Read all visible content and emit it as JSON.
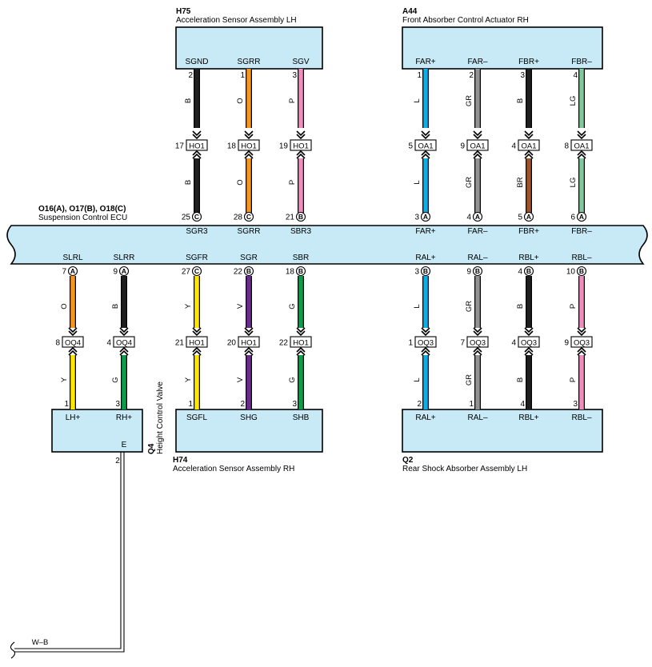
{
  "colors": {
    "B": "#1f1f1f",
    "O": "#f7941d",
    "P": "#f08cc0",
    "L": "#0aaee8",
    "GR": "#939393",
    "LG": "#7fc99a",
    "BR": "#a0522d",
    "Y": "#ffe600",
    "G": "#0a9d4a",
    "V": "#6a2c8e",
    "component_fill": "#c8e9f6"
  },
  "components": {
    "h75": {
      "code": "H75",
      "name": "Acceleration Sensor Assembly LH"
    },
    "a44": {
      "code": "A44",
      "name": "Front Absorber Control Actuator RH"
    },
    "ecu": {
      "code": "O16(A), O17(B), O18(C)",
      "name": "Suspension Control ECU"
    },
    "q4": {
      "code": "Q4",
      "name": "Height Control Valve",
      "ground_pin_label": "E",
      "ground_pin": "2"
    },
    "h74": {
      "code": "H74",
      "name": "Acceleration Sensor Assembly RH"
    },
    "q2": {
      "code": "Q2",
      "name": "Rear Shock Absorber Assembly LH"
    }
  },
  "ground_wire": {
    "color_label": "W–B"
  },
  "top_wires": [
    {
      "src_sig": "SGND",
      "src_pin": "2",
      "color_upper": "B",
      "conn": "HO1",
      "conn_pin": "17",
      "color_lower": "B",
      "ecu_pin": "25",
      "ecu_letter": "C",
      "ecu_sig": "SGR3"
    },
    {
      "src_sig": "SGRR",
      "src_pin": "1",
      "color_upper": "O",
      "conn": "HO1",
      "conn_pin": "18",
      "color_lower": "O",
      "ecu_pin": "28",
      "ecu_letter": "C",
      "ecu_sig": "SGRR"
    },
    {
      "src_sig": "SGV",
      "src_pin": "3",
      "color_upper": "P",
      "conn": "HO1",
      "conn_pin": "19",
      "color_lower": "P",
      "ecu_pin": "21",
      "ecu_letter": "B",
      "ecu_sig": "SBR3"
    },
    {
      "src_sig": "FAR+",
      "src_pin": "1",
      "color_upper": "L",
      "conn": "OA1",
      "conn_pin": "5",
      "color_lower": "L",
      "ecu_pin": "3",
      "ecu_letter": "A",
      "ecu_sig": "FAR+"
    },
    {
      "src_sig": "FAR–",
      "src_pin": "2",
      "color_upper": "GR",
      "conn": "OA1",
      "conn_pin": "9",
      "color_lower": "GR",
      "ecu_pin": "4",
      "ecu_letter": "A",
      "ecu_sig": "FAR–"
    },
    {
      "src_sig": "FBR+",
      "src_pin": "3",
      "color_upper": "B",
      "conn": "OA1",
      "conn_pin": "4",
      "color_lower": "BR",
      "ecu_pin": "5",
      "ecu_letter": "A",
      "ecu_sig": "FBR+"
    },
    {
      "src_sig": "FBR–",
      "src_pin": "4",
      "color_upper": "LG",
      "conn": "OA1",
      "conn_pin": "8",
      "color_lower": "LG",
      "ecu_pin": "6",
      "ecu_letter": "A",
      "ecu_sig": "FBR–"
    }
  ],
  "bottom_wires": [
    {
      "ecu_sig": "SLRL",
      "ecu_pin": "7",
      "ecu_letter": "A",
      "color_upper": "O",
      "conn": "OQ4",
      "conn_pin": "8",
      "color_lower": "Y",
      "dst_pin": "1",
      "dst_sig": "LH+"
    },
    {
      "ecu_sig": "SLRR",
      "ecu_pin": "9",
      "ecu_letter": "A",
      "color_upper": "B",
      "conn": "OQ4",
      "conn_pin": "4",
      "color_lower": "G",
      "dst_pin": "3",
      "dst_sig": "RH+"
    },
    {
      "ecu_sig": "SGFR",
      "ecu_pin": "27",
      "ecu_letter": "C",
      "color_upper": "Y",
      "conn": "HO1",
      "conn_pin": "21",
      "color_lower": "Y",
      "dst_pin": "1",
      "dst_sig": "SGFL"
    },
    {
      "ecu_sig": "SGR",
      "ecu_pin": "22",
      "ecu_letter": "B",
      "color_upper": "V",
      "conn": "HO1",
      "conn_pin": "20",
      "color_lower": "V",
      "dst_pin": "2",
      "dst_sig": "SHG"
    },
    {
      "ecu_sig": "SBR",
      "ecu_pin": "18",
      "ecu_letter": "B",
      "color_upper": "G",
      "conn": "HO1",
      "conn_pin": "22",
      "color_lower": "G",
      "dst_pin": "3",
      "dst_sig": "SHB"
    },
    {
      "ecu_sig": "RAL+",
      "ecu_pin": "3",
      "ecu_letter": "B",
      "color_upper": "L",
      "conn": "OQ3",
      "conn_pin": "1",
      "color_lower": "L",
      "dst_pin": "2",
      "dst_sig": "RAL+"
    },
    {
      "ecu_sig": "RAL–",
      "ecu_pin": "9",
      "ecu_letter": "B",
      "color_upper": "GR",
      "conn": "OQ3",
      "conn_pin": "7",
      "color_lower": "GR",
      "dst_pin": "1",
      "dst_sig": "RAL–"
    },
    {
      "ecu_sig": "RBL+",
      "ecu_pin": "4",
      "ecu_letter": "B",
      "color_upper": "B",
      "conn": "OQ3",
      "conn_pin": "4",
      "color_lower": "B",
      "dst_pin": "4",
      "dst_sig": "RBL+"
    },
    {
      "ecu_sig": "RBL–",
      "ecu_pin": "10",
      "ecu_letter": "B",
      "color_upper": "P",
      "conn": "OQ3",
      "conn_pin": "9",
      "color_lower": "P",
      "dst_pin": "3",
      "dst_sig": "RBL–"
    }
  ]
}
